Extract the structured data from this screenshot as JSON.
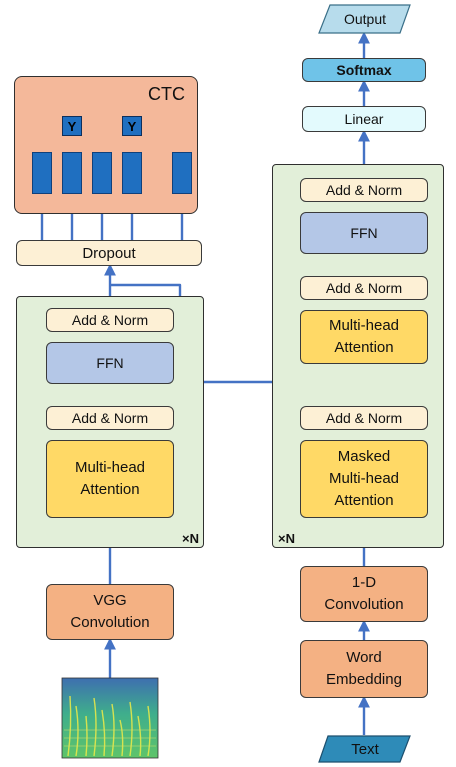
{
  "ctc": {
    "label": "CTC",
    "tokens": [
      "Y",
      "Y"
    ]
  },
  "dropout": {
    "label": "Dropout"
  },
  "encoder": {
    "add_norm_top": "Add & Norm",
    "ffn": "FFN",
    "add_norm_bottom": "Add & Norm",
    "attention": [
      "Multi-head",
      "Attention"
    ],
    "repeat": "×N"
  },
  "vgg": {
    "line1": "VGG",
    "line2": "Convolution"
  },
  "decoder": {
    "add_norm_top": "Add & Norm",
    "ffn": "FFN",
    "add_norm_mid": "Add & Norm",
    "attention": [
      "Multi-head",
      "Attention"
    ],
    "add_norm_bottom": "Add & Norm",
    "masked_attention": [
      "Masked",
      "Multi-head",
      "Attention"
    ],
    "repeat": "×N"
  },
  "conv1d": {
    "line1": "1-D",
    "line2": "Convolution"
  },
  "word_embedding": {
    "line1": "Word",
    "line2": "Embedding"
  },
  "text_input": {
    "label": "Text"
  },
  "linear": {
    "label": "Linear"
  },
  "softmax": {
    "label": "Softmax"
  },
  "output": {
    "label": "Output"
  },
  "colors": {
    "arrow": "#4472c4",
    "add_norm": "#fdf0d5",
    "ffn": "#b4c7e7",
    "attention": "#ffd966",
    "conv": "#f4b183",
    "stack": "#e2efd9",
    "ctc": "#f4b89a",
    "softmax": "#6fc3e8",
    "parallelogram": "#9dc3e6"
  }
}
